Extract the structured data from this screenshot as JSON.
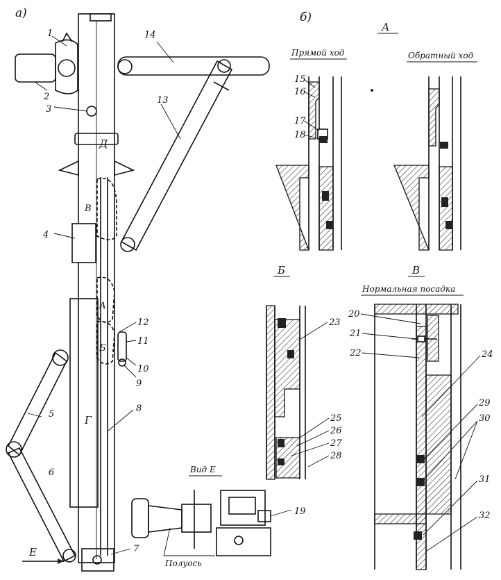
{
  "view_a": {
    "label": "а)",
    "section_labels": {
      "d": "Д",
      "v": "В",
      "a": "А",
      "b": "Б",
      "g": "Г",
      "e": "Е"
    }
  },
  "view_b": {
    "label": "б)"
  },
  "detail_a": {
    "title": "А",
    "forward": "Прямой ход",
    "reverse": "Обратный ход"
  },
  "detail_b": {
    "title": "Б"
  },
  "detail_v": {
    "title": "В",
    "caption": "Нормальная посадка"
  },
  "view_e": {
    "title": "Вид Е",
    "axle_label": "Полуось"
  },
  "callouts": [
    "1",
    "2",
    "3",
    "4",
    "5",
    "6",
    "7",
    "8",
    "9",
    "10",
    "11",
    "12",
    "13",
    "14",
    "15",
    "16",
    "17",
    "18",
    "19",
    "20",
    "21",
    "22",
    "23",
    "24",
    "25",
    "26",
    "27",
    "28",
    "29",
    "30",
    "31",
    "32"
  ]
}
